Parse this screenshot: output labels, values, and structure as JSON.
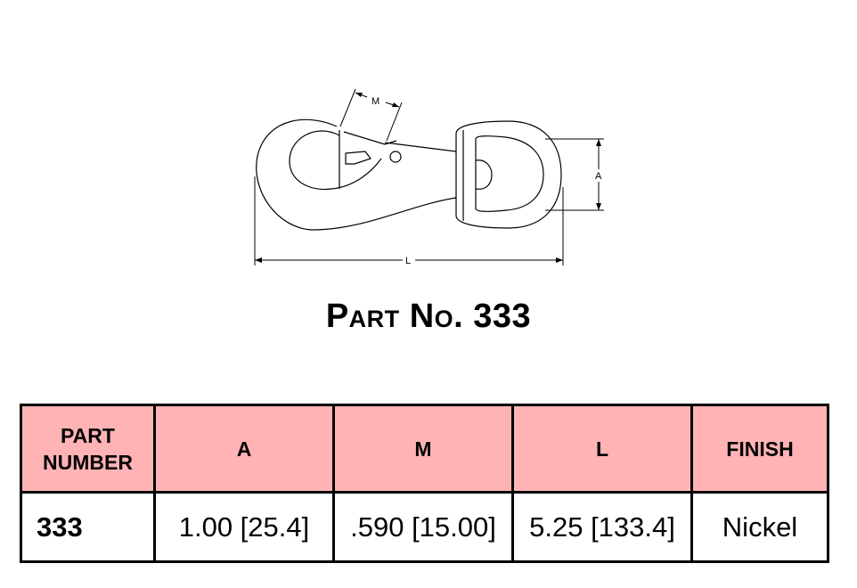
{
  "drawing": {
    "dimension_labels": {
      "m": "M",
      "a": "A",
      "l": "L"
    }
  },
  "title": {
    "text": "Part No. 333"
  },
  "table": {
    "headers": [
      "PART NUMBER",
      "A",
      "M",
      "L",
      "FINISH"
    ],
    "rows": [
      [
        "333",
        "1.00 [25.4]",
        ".590 [15.00]",
        "5.25 [133.4]",
        "Nickel"
      ]
    ]
  },
  "colors": {
    "header_background": "#ffb3b5",
    "border": "#000000"
  }
}
